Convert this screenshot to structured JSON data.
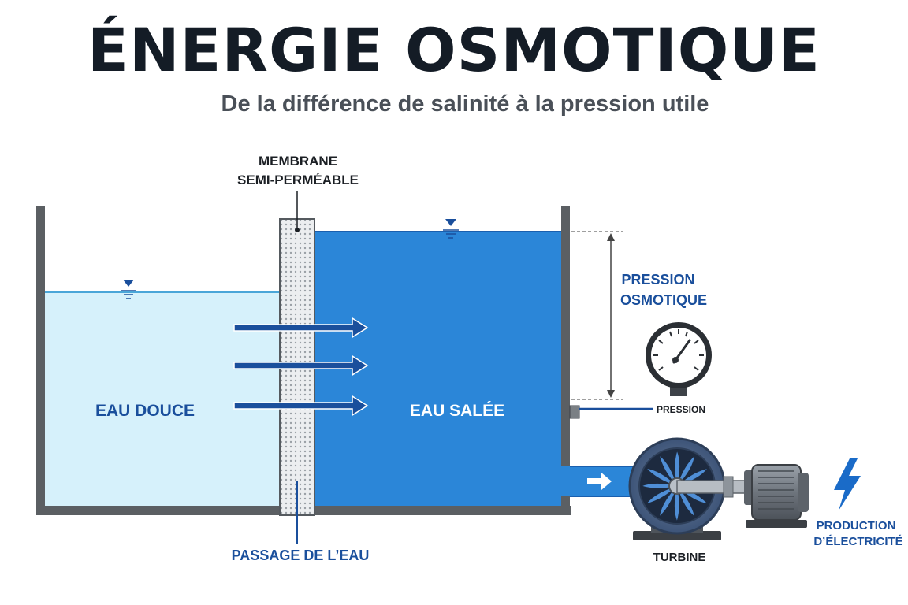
{
  "title": "ÉNERGIE OSMOTIQUE",
  "subtitle": "De la différence de salinité à la pression utile",
  "labels": {
    "membrane_line1": "MEMBRANE",
    "membrane_line2": "SEMI-PERMÉABLE",
    "fresh_water": "EAU DOUCE",
    "salt_water": "EAU SALÉE",
    "osmotic_pressure_line1": "PRESSION",
    "osmotic_pressure_line2": "OSMOTIQUE",
    "pressure_gauge": "PRESSION",
    "water_passage": "PASSAGE DE L’EAU",
    "turbine": "TURBINE",
    "electricity_line1": "PRODUCTION",
    "electricity_line2": "D’ÉLECTRICITÉ"
  },
  "colors": {
    "fresh_water": "#d6f1fb",
    "salt_water": "#2b86d8",
    "accent_blue": "#1a4f9c",
    "tank_wall": "#5b5f63",
    "title": "#141c26"
  },
  "icons": [
    "water-level-icon",
    "pressure-gauge-icon",
    "lightning-bolt-icon",
    "flow-arrow-icon"
  ]
}
